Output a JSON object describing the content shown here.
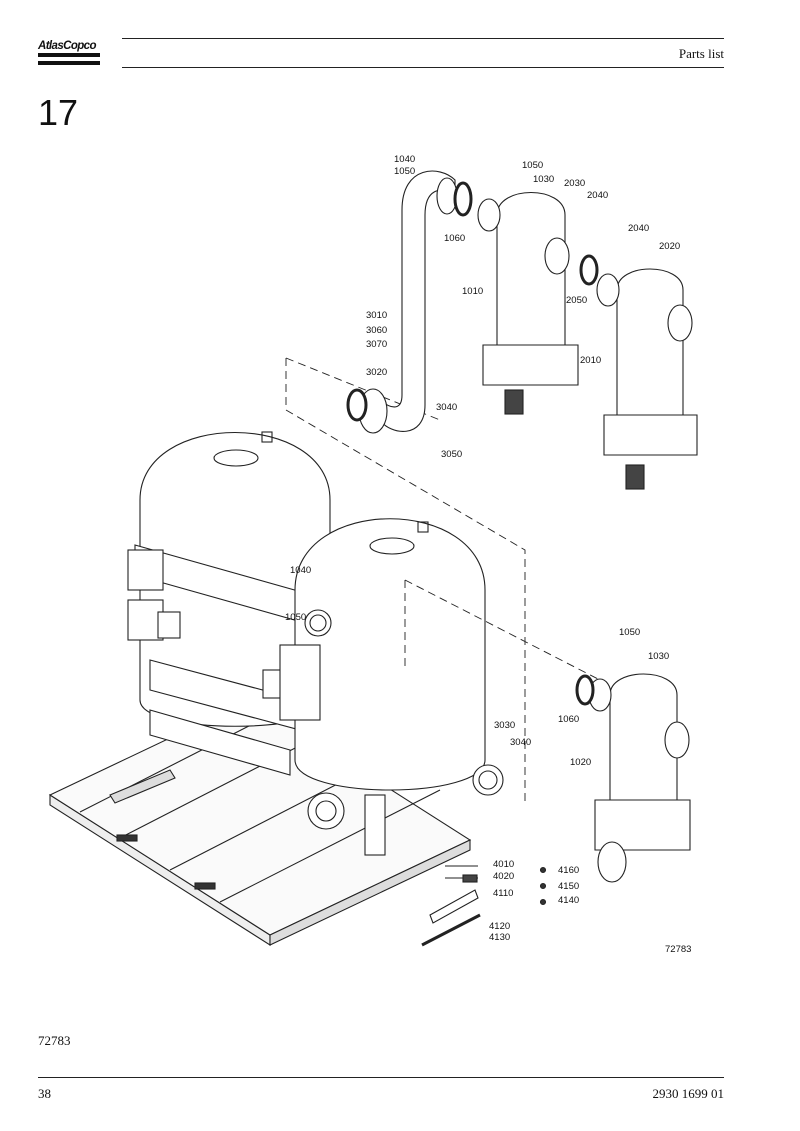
{
  "header": {
    "brand": "AtlasCopco",
    "title": "Parts list"
  },
  "section": {
    "number": "17"
  },
  "drawing": {
    "callouts": [
      {
        "id": "c1040a",
        "text": "1040"
      },
      {
        "id": "c1050a",
        "text": "1050"
      },
      {
        "id": "c1060a",
        "text": "1060"
      },
      {
        "id": "c1050b",
        "text": "1050"
      },
      {
        "id": "c1030a",
        "text": "1030"
      },
      {
        "id": "c2030",
        "text": "2030"
      },
      {
        "id": "c2040a",
        "text": "2040"
      },
      {
        "id": "c2040b",
        "text": "2040"
      },
      {
        "id": "c2020",
        "text": "2020"
      },
      {
        "id": "c1010",
        "text": "1010"
      },
      {
        "id": "c2050",
        "text": "2050"
      },
      {
        "id": "c3010",
        "text": "3010"
      },
      {
        "id": "c3060",
        "text": "3060"
      },
      {
        "id": "c3070",
        "text": "3070"
      },
      {
        "id": "c2010",
        "text": "2010"
      },
      {
        "id": "c3020",
        "text": "3020"
      },
      {
        "id": "c3040a",
        "text": "3040"
      },
      {
        "id": "c3050",
        "text": "3050"
      },
      {
        "id": "c1040b",
        "text": "1040"
      },
      {
        "id": "c1050c",
        "text": "1050"
      },
      {
        "id": "c1050d",
        "text": "1050"
      },
      {
        "id": "c1030b",
        "text": "1030"
      },
      {
        "id": "c1060b",
        "text": "1060"
      },
      {
        "id": "c3030",
        "text": "3030"
      },
      {
        "id": "c3040b",
        "text": "3040"
      },
      {
        "id": "c1020",
        "text": "1020"
      },
      {
        "id": "c4010",
        "text": "4010"
      },
      {
        "id": "c4020",
        "text": "4020"
      },
      {
        "id": "c4110",
        "text": "4110"
      },
      {
        "id": "c4120",
        "text": "4120"
      },
      {
        "id": "c4130",
        "text": "4130"
      },
      {
        "id": "c4160",
        "text": "4160"
      },
      {
        "id": "c4150",
        "text": "4150"
      },
      {
        "id": "c4140",
        "text": "4140"
      }
    ],
    "figure_ref": "72783"
  },
  "footer": {
    "image_ref": "72783",
    "page": "38",
    "doc_number": "2930 1699 01"
  }
}
